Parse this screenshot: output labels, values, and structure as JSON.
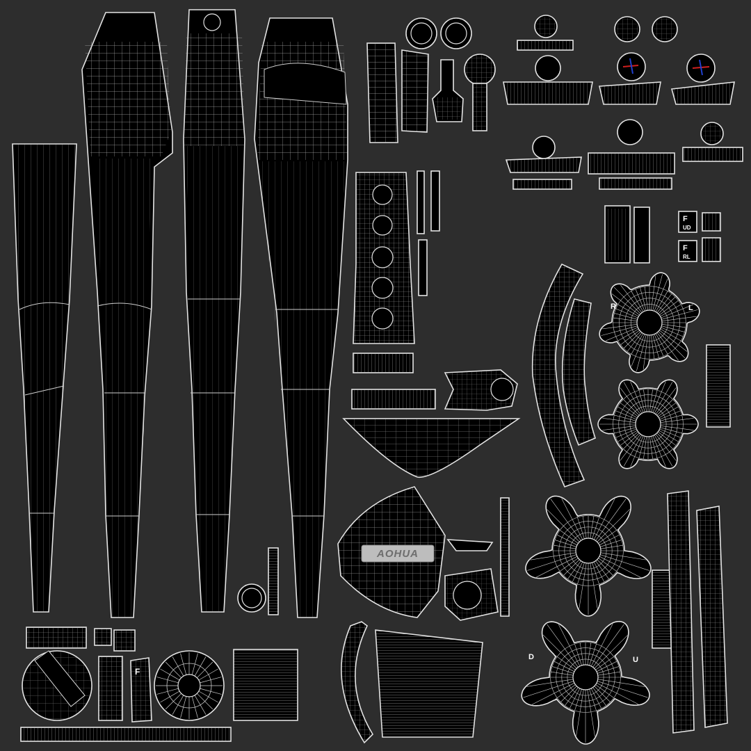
{
  "brand_logo": "AOHUA",
  "label_f_ud": {
    "letter": "F",
    "code": "UD"
  },
  "label_f_rl": {
    "letter": "F",
    "code": "RL"
  },
  "label_f_small": "F",
  "knob_upper_labels": {
    "left": "R",
    "right": "L"
  },
  "knob_lower_labels": {
    "left": "D",
    "right": "U"
  },
  "colors": {
    "background": "#2d2d2d",
    "island_fill": "#000000",
    "wire": "#e4e4e4",
    "logo_plate": "#bdbdbd",
    "axis_red": "#d02020",
    "axis_blue": "#2040d0"
  }
}
